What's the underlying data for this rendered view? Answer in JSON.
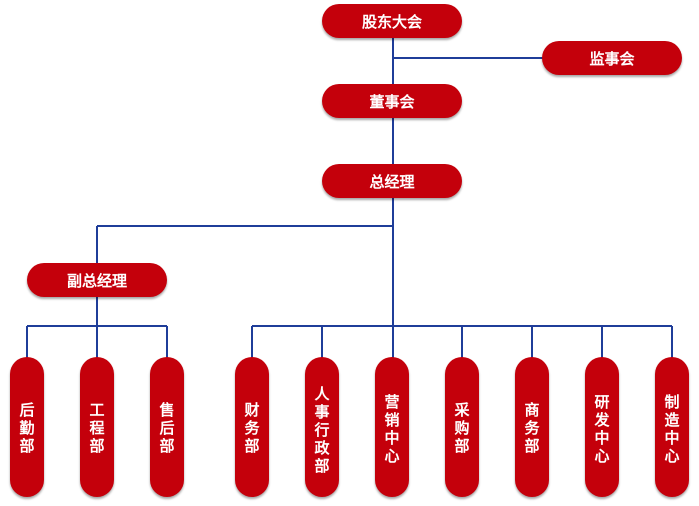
{
  "colors": {
    "node": "#c4000b",
    "line": "#1f3d99",
    "text": "#ffffff"
  },
  "nodes": {
    "shareholders": "股东大会",
    "supervisors": "监事会",
    "board": "董事会",
    "gm": "总经理",
    "vice_gm": "副总经理",
    "logistics": "后勤部",
    "engineering": "工程部",
    "after_sales": "售后部",
    "finance": "财务部",
    "hr_admin": "人事行政部",
    "marketing": "营销中心",
    "purchasing": "采购部",
    "business": "商务部",
    "rnd": "研发中心",
    "manufacturing": "制造中心"
  }
}
